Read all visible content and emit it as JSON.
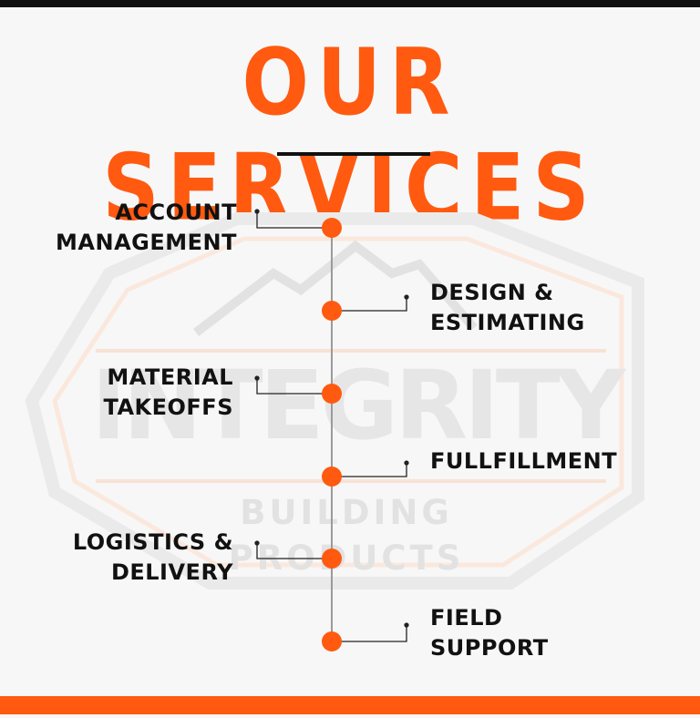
{
  "header": {
    "title": "OUR SERVICES"
  },
  "watermark": {
    "main": "INTEGRITY",
    "sub": "BUILDING PRODUCTS"
  },
  "services": [
    {
      "line1": "ACCOUNT",
      "line2": "MANAGEMENT"
    },
    {
      "line1": "DESIGN &",
      "line2": "ESTIMATING"
    },
    {
      "line1": "MATERIAL",
      "line2": "TAKEOFFS"
    },
    {
      "line1": "FULLFILLMENT",
      "line2": ""
    },
    {
      "line1": "LOGISTICS &",
      "line2": "DELIVERY"
    },
    {
      "line1": "FIELD",
      "line2": "SUPPORT"
    }
  ],
  "colors": {
    "accent": "#ff5a10",
    "text": "#111111",
    "watermark": "#e6e6e6"
  }
}
